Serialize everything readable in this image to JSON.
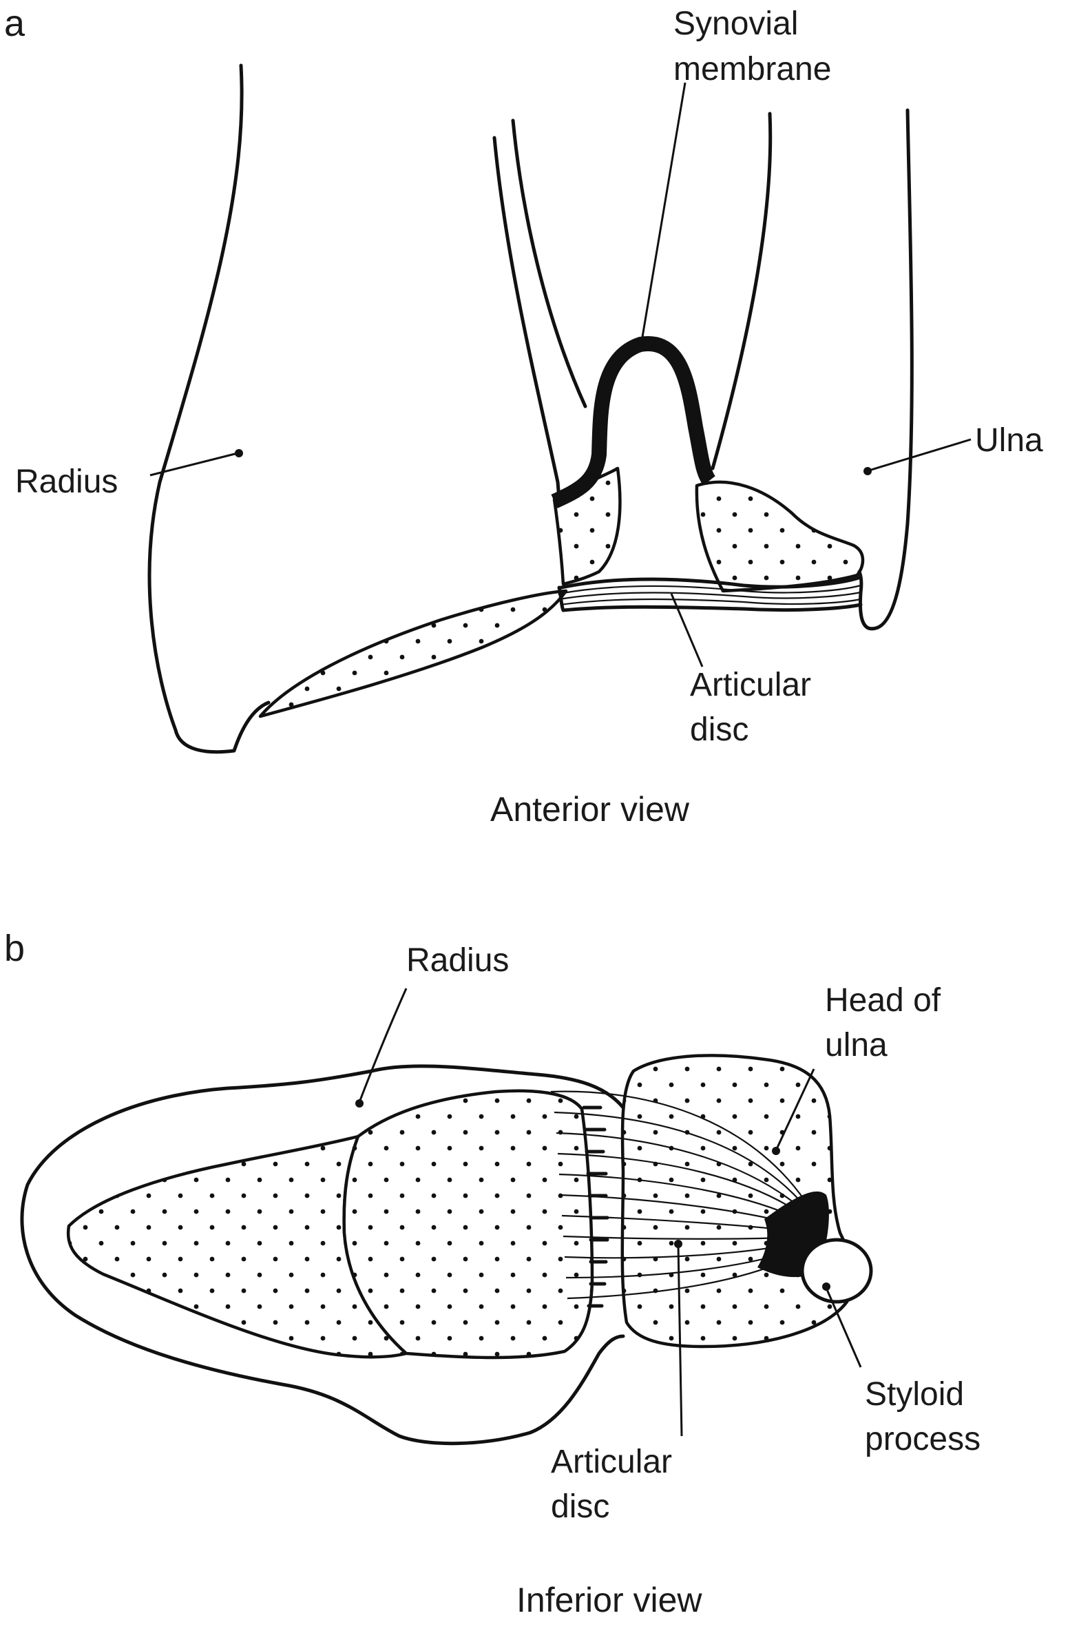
{
  "panel_a": {
    "letter": "a",
    "caption": "Anterior view",
    "labels": {
      "synovial_membrane": [
        "Synovial",
        "membrane"
      ],
      "radius": "Radius",
      "ulna": "Ulna",
      "articular_disc": [
        "Articular",
        "disc"
      ]
    }
  },
  "panel_b": {
    "letter": "b",
    "caption": "Inferior view",
    "labels": {
      "radius": "Radius",
      "head_of_ulna": [
        "Head of",
        "ulna"
      ],
      "styloid_process": [
        "Styloid",
        "process"
      ],
      "articular_disc": [
        "Articular",
        "disc"
      ]
    }
  },
  "colors": {
    "line": "#111111",
    "background": "#ffffff"
  }
}
